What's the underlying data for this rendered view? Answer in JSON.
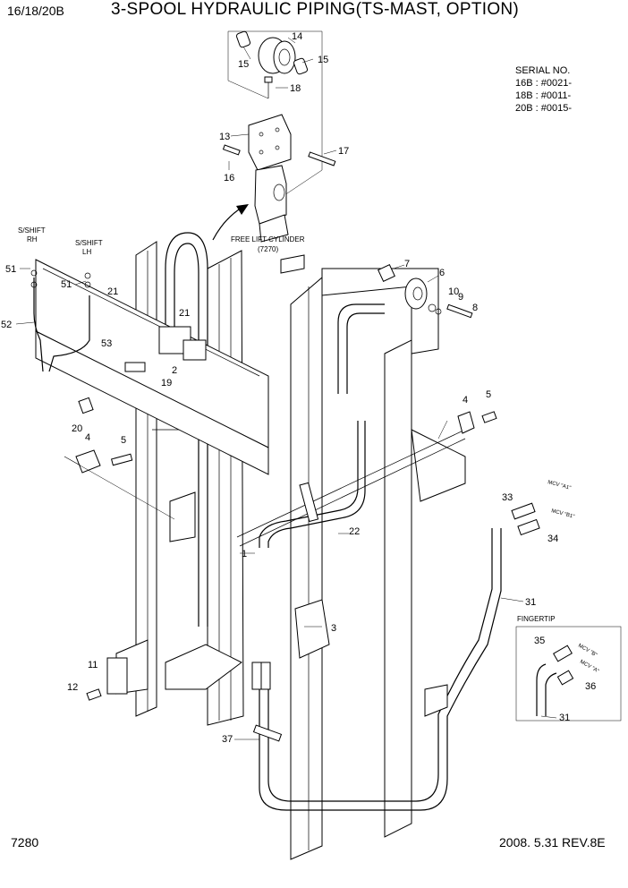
{
  "header": {
    "model": "16/18/20B",
    "title": "3-SPOOL HYDRAULIC PIPING(TS-MAST, OPTION)"
  },
  "serial": {
    "heading": "SERIAL NO.",
    "lines": [
      "16B : #0021-",
      "18B : #0011-",
      "20B : #0015-"
    ]
  },
  "labels": {
    "free_lift_cylinder": "FREE LIFT CYLINDER",
    "free_lift_cylinder_no": "(7270)",
    "sshift_rh_1": "S/SHIFT",
    "sshift_rh_2": "RH",
    "sshift_lh_1": "S/SHIFT",
    "sshift_lh_2": "LH",
    "fingertip": "FINGERTIP",
    "mcv_a1": "MCV \"A1\"",
    "mcv_b1": "MCV \"B1\"",
    "mcv_b": "MCV \"B\"",
    "mcv_a": "MCV \"A\""
  },
  "callouts": {
    "c14": "14",
    "c15a": "15",
    "c15b": "15",
    "c18": "18",
    "c13": "13",
    "c17": "17",
    "c16": "16",
    "c7": "7",
    "c6": "6",
    "c10": "10",
    "c9": "9",
    "c8": "8",
    "c51a": "51",
    "c51b": "51",
    "c21a": "21",
    "c21b": "21",
    "c52": "52",
    "c53": "53",
    "c2": "2",
    "c19": "19",
    "c20": "20",
    "c4a": "4",
    "c5a": "5",
    "c4b": "4",
    "c5b": "5",
    "c33": "33",
    "c34": "34",
    "c22": "22",
    "c1": "1",
    "c31a": "31",
    "c3": "3",
    "c35": "35",
    "c36": "36",
    "c31b": "31",
    "c11": "11",
    "c12": "12",
    "c37": "37"
  },
  "footer": {
    "page": "7280",
    "revision": "2008. 5.31  REV.8E"
  }
}
